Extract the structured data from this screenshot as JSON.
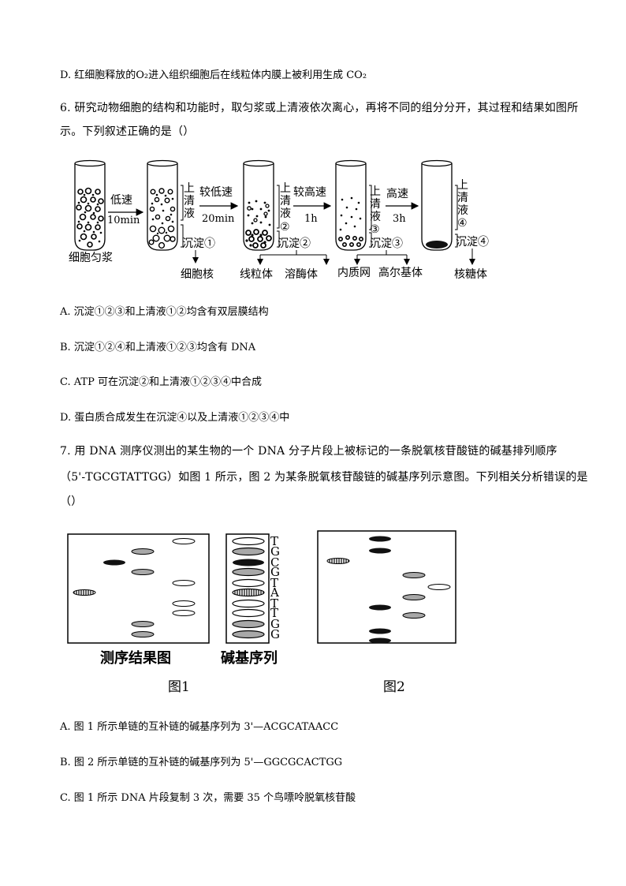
{
  "q5": {
    "optionD": "D. 红细胞释放的O₂进入组织细胞后在线粒体内膜上被利用生成 CO₂"
  },
  "q6": {
    "stem_line1": "6. 研究动物细胞的结构和功能时，取匀浆或上清液依次离心，再将不同的组分分开，其过程和结果如图所",
    "stem_line2": "示。下列叙述正确的是（）",
    "figure": {
      "start_label": "细胞匀浆",
      "steps": [
        {
          "speed": "低速",
          "time": "10min"
        },
        {
          "speed": "较低速",
          "time": "20min"
        },
        {
          "speed": "较高速",
          "time": "1h"
        },
        {
          "speed": "高速",
          "time": "3h"
        }
      ],
      "supernatant_labels": [
        [
          "上",
          "清",
          "液"
        ],
        [
          "上",
          "清",
          "液",
          "②"
        ],
        [
          "上",
          "清",
          "液",
          "③"
        ],
        [
          "上",
          "清",
          "液",
          "④"
        ]
      ],
      "sediment_labels": [
        "沉淀①",
        "沉淀②",
        "沉淀③",
        "沉淀④"
      ],
      "organelles": [
        "细胞核",
        "线粒体",
        "溶酶体",
        "内质网",
        "高尔基体",
        "核糖体"
      ]
    },
    "options": [
      "A. 沉淀①②③和上清液①②均含有双层膜结构",
      "B. 沉淀①②④和上清液①②③均含有 DNA",
      "C. ATP 可在沉淀②和上清液①②③④中合成",
      "D. 蛋白质合成发生在沉淀④以及上清液①②③④中"
    ]
  },
  "q7": {
    "stem_line1": "7. 用 DNA 测序仪测出的某生物的一个 DNA 分子片段上被标记的一条脱氧核苷酸链的碱基排列顺序",
    "stem_line2": "（5'-TGCGTATTGG）如图 1 所示，图 2 为某条脱氧核苷酸链的碱基序列示意图。下列相关分析错误的是",
    "stem_line3": "（）",
    "figure": {
      "panel1_caption": "测序结果图",
      "panel2_caption": "碱基序列",
      "sequence_letters": [
        "T",
        "G",
        "C",
        "G",
        "T",
        "A",
        "T",
        "T",
        "G",
        "G"
      ],
      "fig1_label": "图1",
      "fig2_label": "图2"
    },
    "options": [
      "A. 图 1 所示单链的互补链的碱基序列为 3'—ACGCATAACC",
      "B. 图 2 所示单链的互补链的碱基序列为 5'—GGCGCACTGG",
      "C. 图 1 所示 DNA 片段复制 3 次，需要 35 个鸟嘌呤脱氧核苷酸"
    ]
  },
  "colors": {
    "text": "#000000",
    "band_gray": "#a8a8a8",
    "band_black": "#111111"
  }
}
